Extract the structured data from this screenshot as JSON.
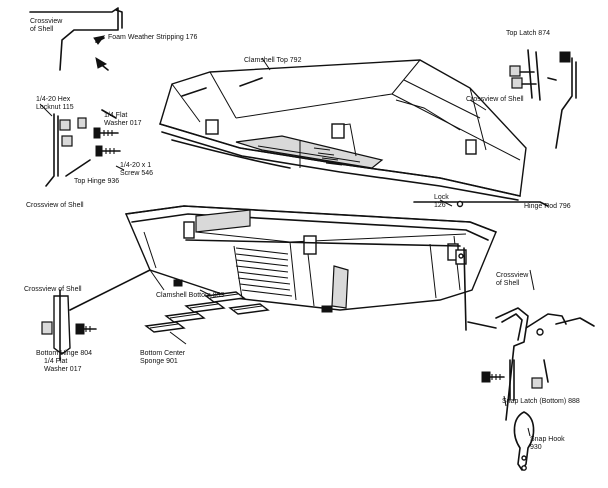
{
  "labels": {
    "crossview_top_left": "Crossview\nof Shell",
    "foam_weather_stripping": "Foam Weather Stripping 176",
    "clamshell_top": "Clamshell Top 792",
    "top_latch": "Top Latch 874",
    "hex_locknut": "1/4-20 Hex\nLocknut 115",
    "flat_washer_top": "1/4 Flat\nWasher 017",
    "crossview_right": "Crossview of Shell",
    "screw": "1/4-20 x 1\nScrew 546",
    "top_hinge": "Top Hinge 936",
    "crossview_left": "Crossview of Shell",
    "lock": "Lock\n126",
    "hinge_rod": "Hinge Rod 796",
    "crossview_mid_left": "Crossview of Shell",
    "clamshell_bottom": "Clamshell Bottom 899",
    "crossview_lower_right": "Crossview\nof Shell",
    "bottom_hinge": "Bottom Hinge 804",
    "flat_washer_bottom": "1/4 Flat\nWasher 017",
    "bottom_center_sponge": "Bottom Center\nSponge 901",
    "snap_latch": "Snap Latch (Bottom) 888",
    "snap_hook": "Snap Hook\n930"
  }
}
